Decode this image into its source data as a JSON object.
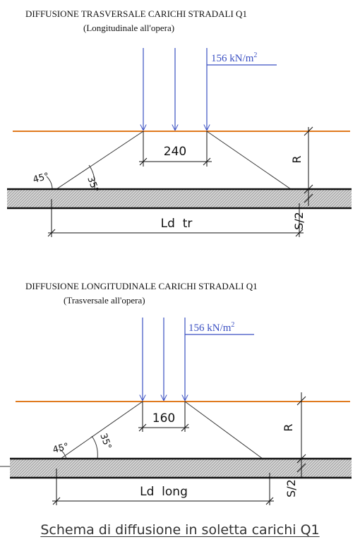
{
  "diagrams": [
    {
      "title": "DIFFUSIONE TRASVERSALE CARICHI STRADALI   Q1",
      "subtitle": "(Longitudinale all'opera)",
      "load_value": "156 kN/m",
      "load_exp": "2",
      "load_width": "240",
      "angle_a": "45°",
      "angle_b": "35°",
      "dim_r": "R",
      "dim_s": "S/2",
      "ld_label": "Ld  tr"
    },
    {
      "title": "DIFFUSIONE LONGITUDINALE CARICHI STRADALI   Q1",
      "subtitle": "(Trasversale all'opera)",
      "load_value": "156 kN/m",
      "load_exp": "2",
      "load_width": "160",
      "angle_a": "45°",
      "angle_b": "35°",
      "dim_r": "R",
      "dim_s": "S/2",
      "ld_label": "Ld  long"
    }
  ],
  "caption": "Schema di diffusione in soletta carichi Q1",
  "colors": {
    "load_arrow": "#3a4fc2",
    "road_line": "#e07a1e",
    "slab_hatch": "#9a9a9a",
    "line": "#111111"
  }
}
